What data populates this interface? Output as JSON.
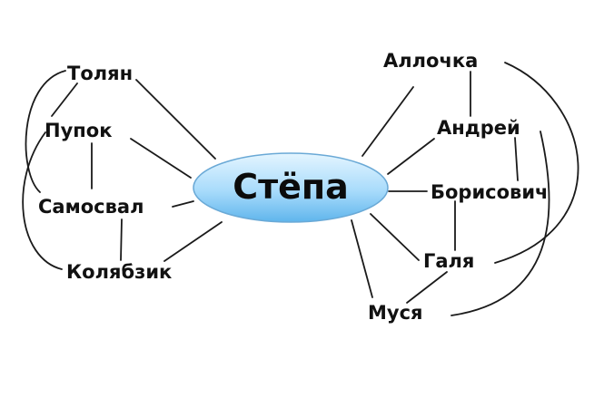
{
  "center": {
    "label": "Стёпа"
  },
  "nodes": {
    "tolyan": "Толян",
    "pupok": "Пупок",
    "samosval": "Самосвал",
    "kolyabzik": "Колябзик",
    "allochka": "Аллочка",
    "andrey": "Андрей",
    "borisovich": "Борисович",
    "galya": "Галя",
    "musya": "Муся"
  },
  "colors": {
    "ellipse_top": "#dff3ff",
    "ellipse_bottom": "#5fb8ee",
    "ellipse_stroke": "#6aa9d6",
    "line": "#1a1a1a",
    "text": "#111111"
  }
}
